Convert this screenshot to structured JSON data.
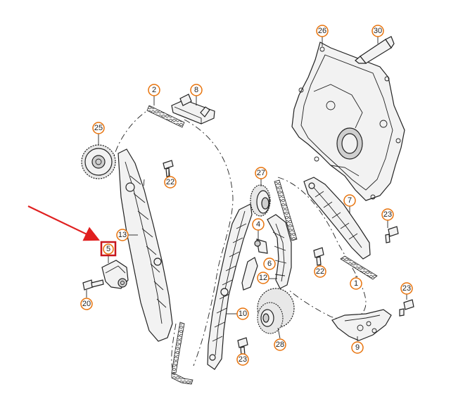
{
  "accent_colors": {
    "callout": "#e8730c",
    "highlight": "#c8161d",
    "arrow": "#e02020"
  },
  "callouts": [
    {
      "id": "c26",
      "label": "26",
      "part": "timing-cover"
    },
    {
      "id": "c30",
      "label": "30",
      "part": "sealant-tube"
    },
    {
      "id": "c2",
      "label": "2",
      "part": "upper-chain"
    },
    {
      "id": "c8",
      "label": "8",
      "part": "upper-guide"
    },
    {
      "id": "c25",
      "label": "25",
      "part": "camshaft-sprocket"
    },
    {
      "id": "c22a",
      "label": "22",
      "part": "bolt"
    },
    {
      "id": "c27",
      "label": "27",
      "part": "balance-sprocket"
    },
    {
      "id": "c7",
      "label": "7",
      "part": "guide-rail"
    },
    {
      "id": "c23a",
      "label": "23",
      "part": "bolt"
    },
    {
      "id": "c4",
      "label": "4",
      "part": "pin"
    },
    {
      "id": "c13",
      "label": "13",
      "part": "tensioner-rail"
    },
    {
      "id": "c5",
      "label": "5",
      "part": "chain-tensioner",
      "highlighted": true
    },
    {
      "id": "c6",
      "label": "6",
      "part": "tensioner-blade"
    },
    {
      "id": "c12",
      "label": "12",
      "part": "guide-pin"
    },
    {
      "id": "c22b",
      "label": "22",
      "part": "bolt"
    },
    {
      "id": "c1",
      "label": "1",
      "part": "lower-chain"
    },
    {
      "id": "c20",
      "label": "20",
      "part": "bolt"
    },
    {
      "id": "c23b",
      "label": "23",
      "part": "bolt"
    },
    {
      "id": "c10",
      "label": "10",
      "part": "guide-rail-lower"
    },
    {
      "id": "c9",
      "label": "9",
      "part": "chain-tensioner-lower"
    },
    {
      "id": "c28",
      "label": "28",
      "part": "crankshaft-sprocket"
    },
    {
      "id": "c23c",
      "label": "23",
      "part": "bolt"
    }
  ]
}
